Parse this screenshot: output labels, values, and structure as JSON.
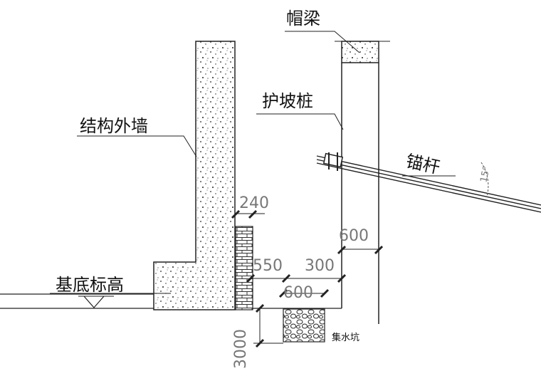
{
  "labels": {
    "cap_beam": "帽梁",
    "slope_pile": "护坡桩",
    "outer_wall": "结构外墙",
    "anchor": "锚杆",
    "base_elevation": "基底标高",
    "sump": "集水坑"
  },
  "dimensions": {
    "d240": "240",
    "d600_top": "600",
    "d550": "550",
    "d300": "300",
    "d600_bottom": "600",
    "d3000": "3000",
    "anchor_angle": "15°"
  }
}
